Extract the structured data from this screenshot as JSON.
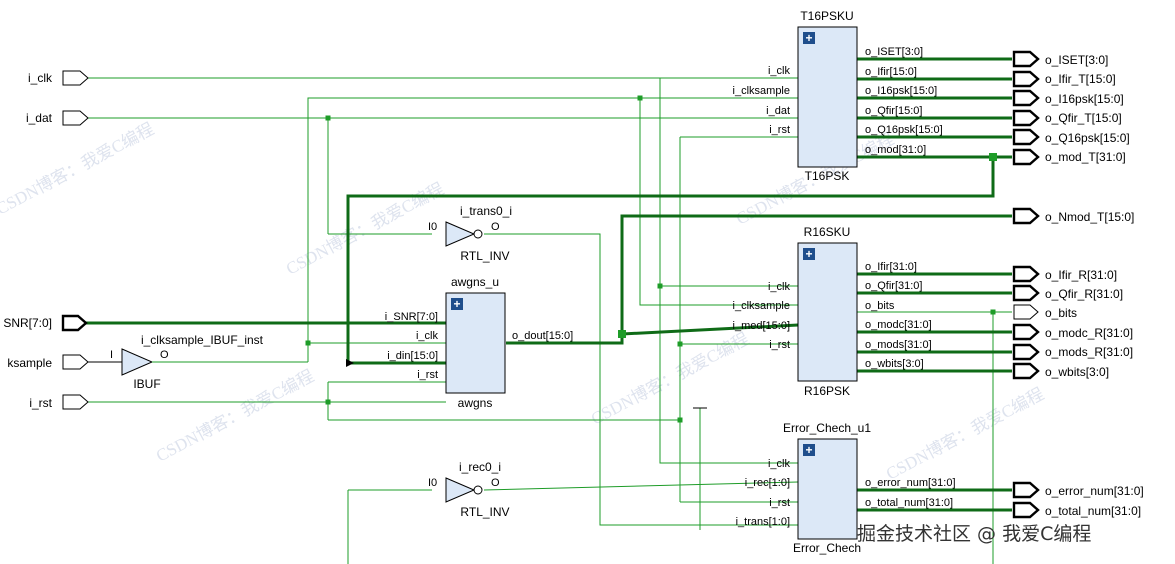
{
  "top_ports": {
    "i_clk": "i_clk",
    "i_dat": "i_dat",
    "i_snr": "SNR[7:0]",
    "i_clksample": "ksample",
    "i_rst": "i_rst"
  },
  "t16": {
    "inst": "T16PSKU",
    "type": "T16PSK",
    "in": [
      "i_clk",
      "i_clksample",
      "i_dat",
      "i_rst"
    ],
    "out": [
      "o_ISET[3:0]",
      "o_Ifir[15:0]",
      "o_I16psk[15:0]",
      "o_Qfir[15:0]",
      "o_Q16psk[15:0]",
      "o_mod[31:0]"
    ]
  },
  "r16": {
    "inst": "R16SKU",
    "type": "R16PSK",
    "in": [
      "i_clk",
      "i_clksample",
      "i_med[15:0]",
      "i_rst"
    ],
    "out": [
      "o_Ifir[31:0]",
      "o_Qfir[31:0]",
      "o_bits",
      "o_modc[31:0]",
      "o_mods[31:0]",
      "o_wbits[3:0]"
    ]
  },
  "err": {
    "inst": "Error_Chech_u1",
    "type": "Error_Chech",
    "in": [
      "i_clk",
      "i_rec[1:0]",
      "i_rst",
      "i_trans[1:0]"
    ],
    "out": [
      "o_error_num[31:0]",
      "o_total_num[31:0]"
    ]
  },
  "awgn": {
    "inst": "awgns_u",
    "type": "awgns",
    "in": [
      "i_SNR[7:0]",
      "i_clk",
      "i_din[15:0]",
      "i_rst"
    ],
    "out": "o_dout[15:0]"
  },
  "inv1": {
    "inst": "i_trans0_i",
    "type": "RTL_INV",
    "in": "I0",
    "out": "O"
  },
  "inv2": {
    "inst": "i_rec0_i",
    "type": "RTL_INV",
    "in": "I0",
    "out": "O"
  },
  "ibuf": {
    "inst": "i_clksample_IBUF_inst",
    "type": "IBUF",
    "in": "I",
    "out": "O"
  },
  "outputs": {
    "o_iset": "o_ISET[3:0]",
    "o_ifir_t": "o_Ifir_T[15:0]",
    "o_i16psk": "o_I16psk[15:0]",
    "o_qfir_t": "o_Qfir_T[15:0]",
    "o_q16psk": "o_Q16psk[15:0]",
    "o_mod_t": "o_mod_T[31:0]",
    "o_nmod_t": "o_Nmod_T[15:0]",
    "o_ifir_r": "o_Ifir_R[31:0]",
    "o_qfir_r": "o_Qfir_R[31:0]",
    "o_bits": "o_bits",
    "o_modc_r": "o_modc_R[31:0]",
    "o_mods_r": "o_mods_R[31:0]",
    "o_wbits": "o_wbits[3:0]",
    "o_error_num": "o_error_num[31:0]",
    "o_total_num": "o_total_num[31:0]"
  },
  "watermarks": {
    "main": "CSDN博客：我爱C编程",
    "corner": "掘金技术社区 @ 我爱C编程"
  },
  "colors": {
    "wire": "#1e9c28",
    "bus": "#0f6b17",
    "block": "#dce8f7"
  }
}
